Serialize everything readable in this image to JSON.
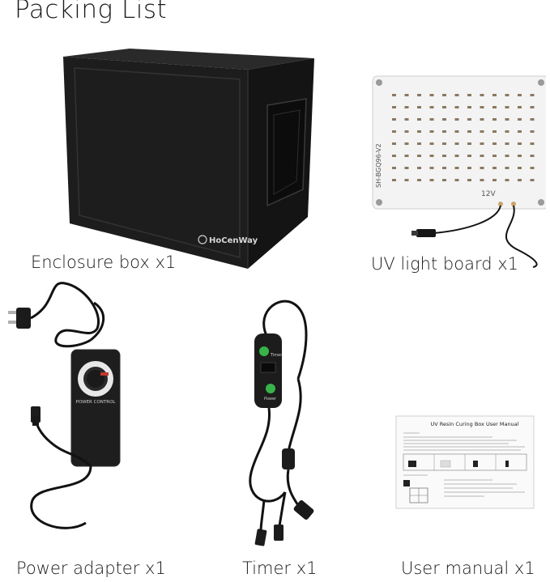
{
  "title": "Packing List",
  "items": [
    {
      "caption": "Enclosure box x1",
      "logo_text": "HoCenWay"
    },
    {
      "caption": "UV light board x1",
      "board_code": "SH-BGQ96-V2",
      "board_voltage": "12V"
    },
    {
      "caption": "Power adapter x1",
      "adapter_label": "POWER CONTROL"
    },
    {
      "caption": "Timer x1",
      "timer_top_label": "Timer",
      "timer_bottom_label": "Power"
    },
    {
      "caption": "User manual x1",
      "manual_title": "UV Resin Curing Box  User Manual"
    }
  ],
  "colors": {
    "enclosure": "#1c1c1c",
    "board": "#f3f3f3",
    "led": "#8a7860",
    "cable": "#121212",
    "timer_button": "#37b34a"
  }
}
